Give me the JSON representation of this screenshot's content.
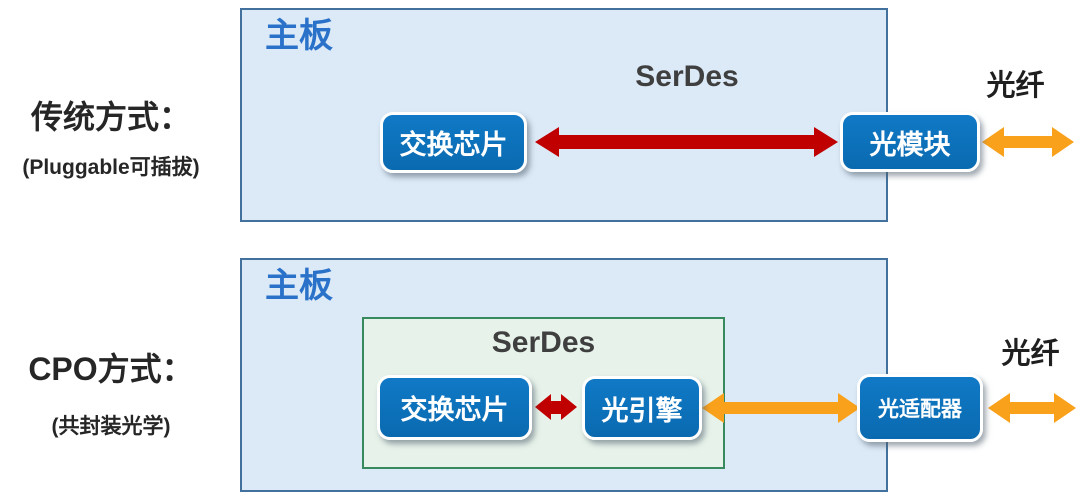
{
  "colors": {
    "board_fill": "#dceaf7",
    "board_border": "#41719c",
    "serdes_box_fill": "#e7f3ea",
    "serdes_box_border": "#378a5e",
    "node_blue": "#0b70ba",
    "electrical_arrow_red": "#c00000",
    "optical_arrow_orange": "#f9a11b",
    "board_label_blue": "#2a72c9",
    "serdes_text_gray": "#3f3f3f",
    "side_text_dark": "#262626"
  },
  "row1": {
    "side_title": "传统方式：",
    "side_sub": "(Pluggable可插拔)",
    "board": "主板",
    "serdes": "SerDes",
    "chip": "交换芯片",
    "module": "光模块",
    "fiber": "光纤"
  },
  "row2": {
    "side_title": "CPO方式：",
    "side_sub": "(共封装光学)",
    "board": "主板",
    "serdes": "SerDes",
    "chip": "交换芯片",
    "engine": "光引擎",
    "adapter": "光适配器",
    "fiber": "光纤"
  }
}
